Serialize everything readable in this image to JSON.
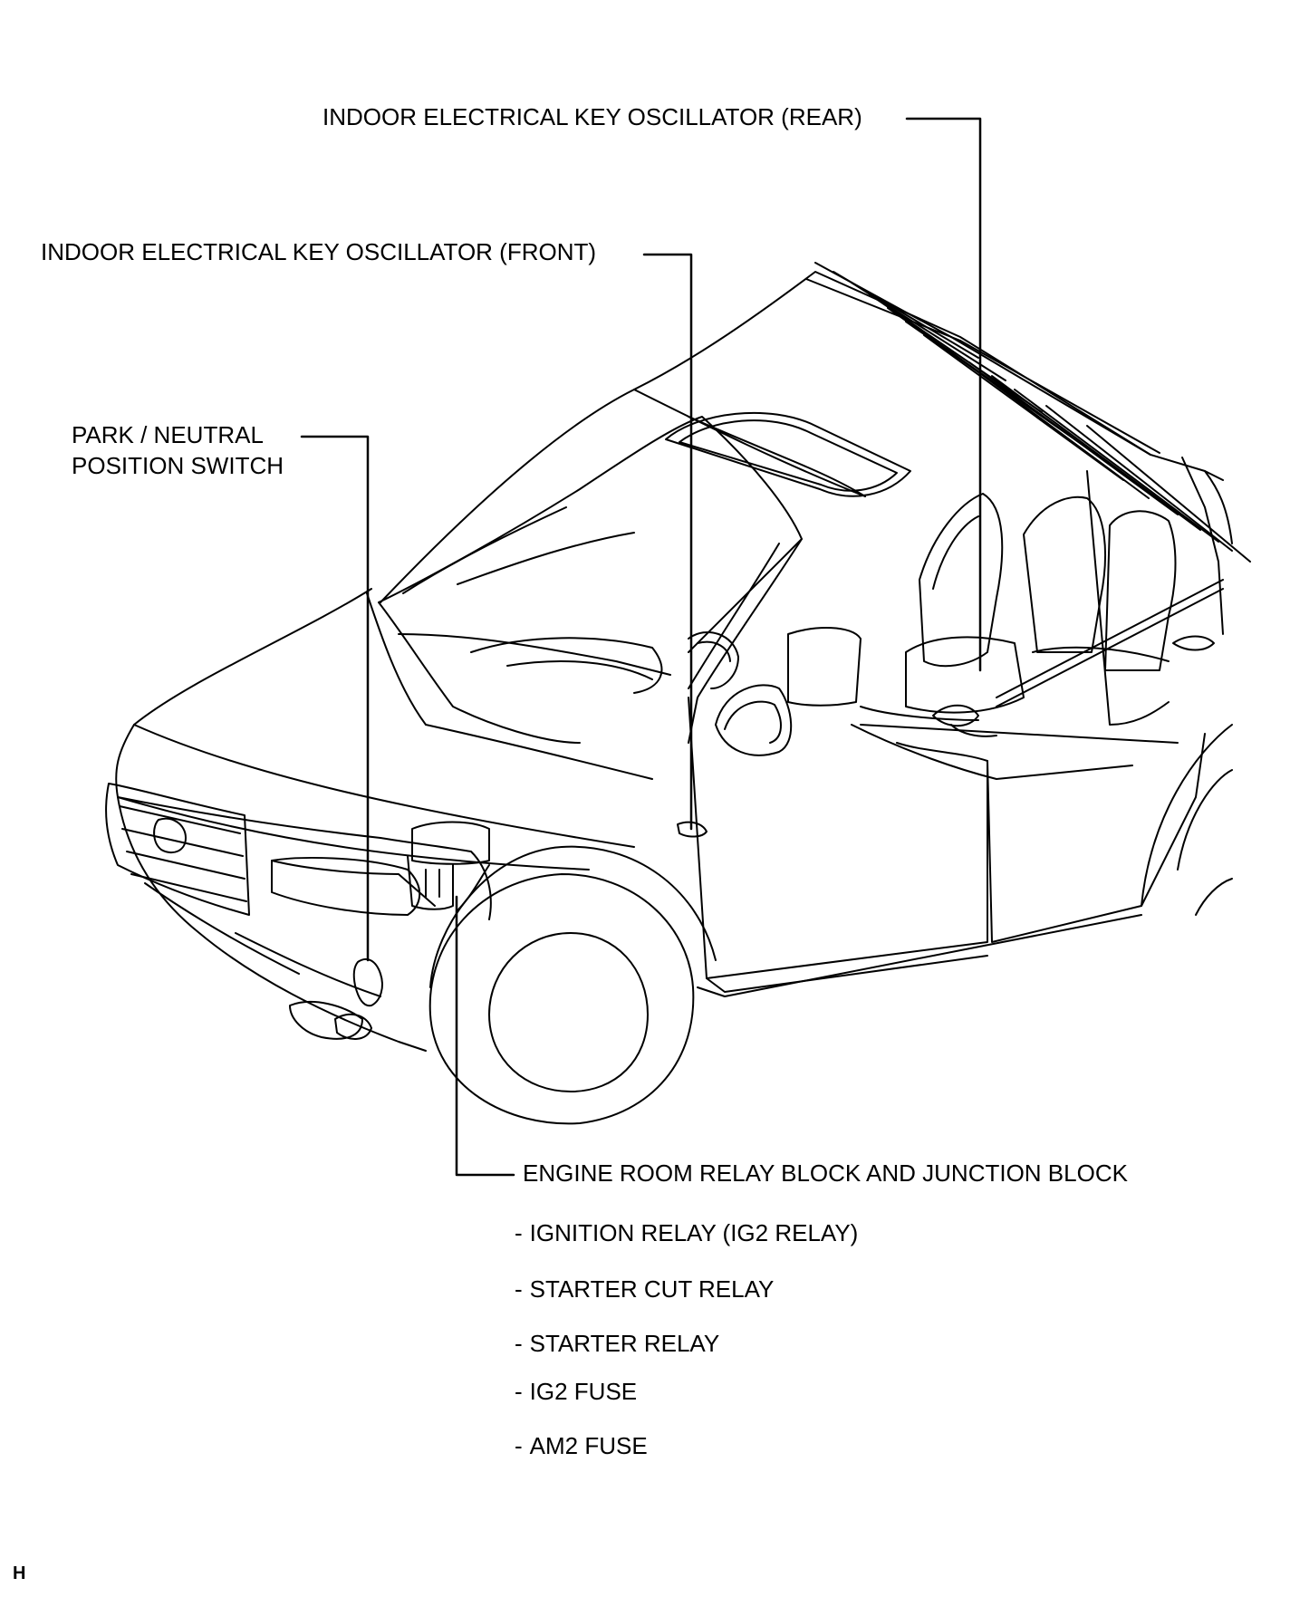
{
  "labels": {
    "rear_oscillator": "INDOOR ELECTRICAL KEY OSCILLATOR (REAR)",
    "front_oscillator": "INDOOR ELECTRICAL KEY OSCILLATOR (FRONT)",
    "park_neutral_line1": "PARK / NEUTRAL",
    "park_neutral_line2": "POSITION SWITCH",
    "engine_room": "ENGINE ROOM RELAY BLOCK AND JUNCTION BLOCK"
  },
  "engine_room_items": [
    "IGNITION RELAY (IG2 RELAY)",
    "STARTER CUT RELAY",
    "STARTER RELAY",
    "IG2 FUSE",
    "AM2 FUSE"
  ],
  "item_prefix": "-",
  "page_code": "H",
  "colors": {
    "line": "#000000",
    "background": "#ffffff"
  }
}
